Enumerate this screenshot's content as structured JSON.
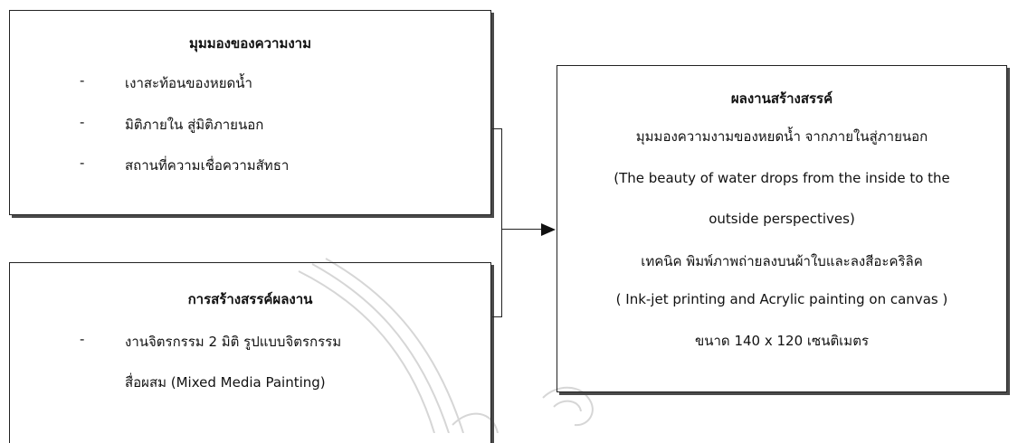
{
  "box_beauty": {
    "title": "มุมมองของความงาม",
    "bullets": [
      "เงาสะท้อนของหยดน้ำ",
      "มิติภายใน สู่มิติภายนอก",
      "สถานที่ความเชื่อความสัทธา"
    ]
  },
  "box_creation": {
    "title": "การสร้างสรรค์ผลงาน",
    "bullet_line1": "งานจิตรกรรม 2 มิติ รูปแบบจิตรกรรม",
    "bullet_line2": "สื่อผสม (Mixed Media Painting)"
  },
  "box_result": {
    "title": "ผลงานสร้างสรรค์",
    "lines": [
      "มุมมองความงามของหยดน้ำ จากภายในสู่ภายนอก",
      "(The beauty of water drops from the inside to the",
      "outside perspectives)",
      "เทคนิค พิมพ์ภาพถ่ายลงบนผ้าใบและลงสีอะคริลิค",
      "( Ink-jet printing and Acrylic painting on canvas )",
      "ขนาด 140 x 120 เซนติเมตร"
    ]
  },
  "bullet_mark": "-",
  "colors": {
    "line": "#222222",
    "shadow": "#4a4a4a",
    "watermark": "#d9d9d9"
  }
}
